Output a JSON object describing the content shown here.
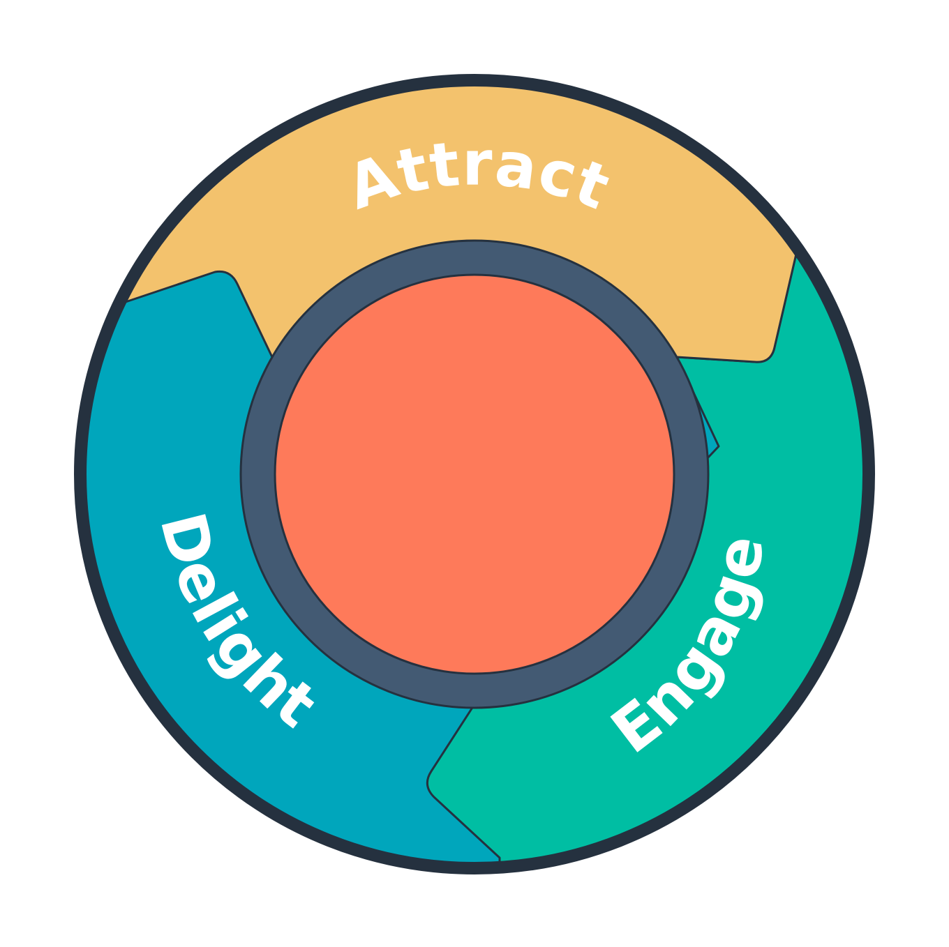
{
  "diagram": {
    "colors": {
      "outline": "#25313f",
      "ring": "#435a73",
      "center": "#fe7a5a",
      "background": "#ffffff"
    },
    "segments": [
      {
        "label": "Attract",
        "color": "#f3c26d"
      },
      {
        "label": "Engage",
        "color": "#00bea3"
      },
      {
        "label": "Delight",
        "color": "#00a6bc"
      }
    ]
  }
}
